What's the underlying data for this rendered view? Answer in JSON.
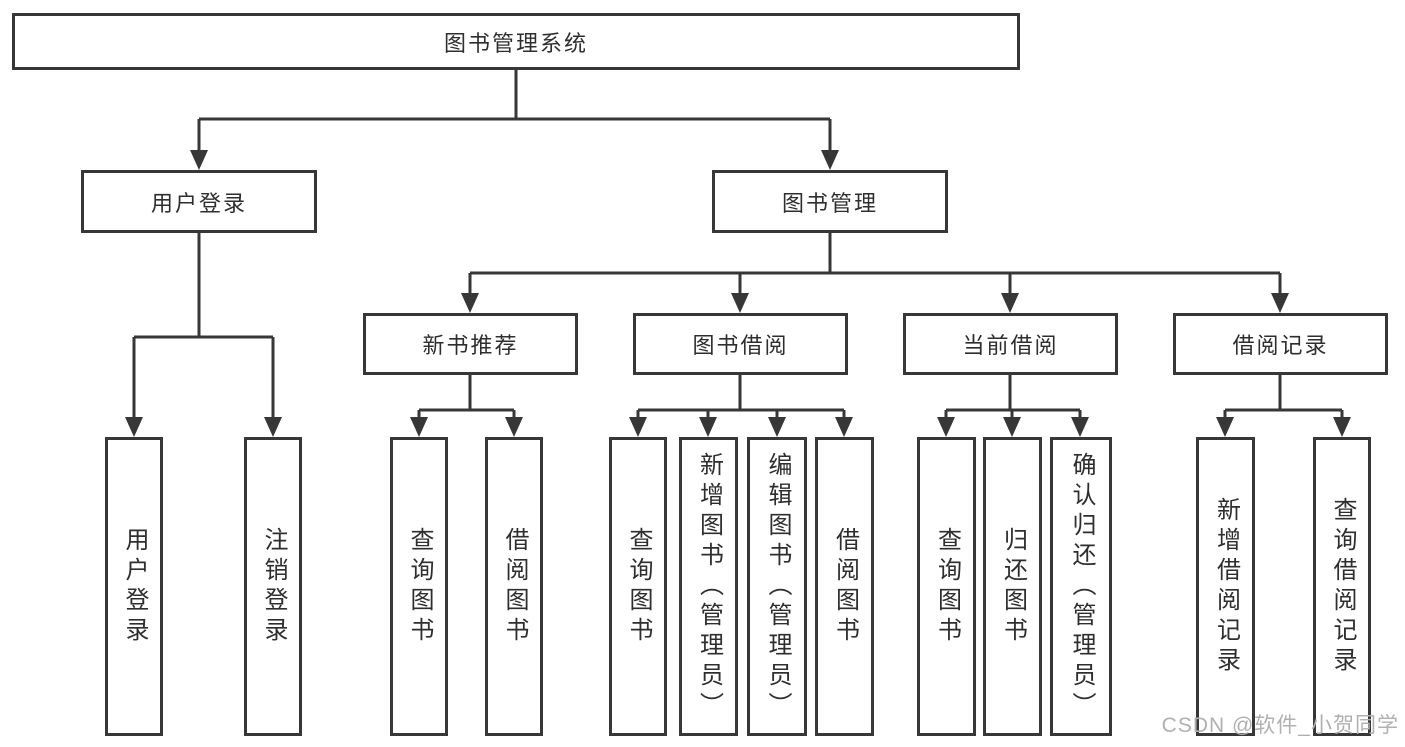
{
  "diagram": {
    "title_node": {
      "label": "图书管理系统"
    },
    "level2": [
      {
        "id": "user-login-branch",
        "label": "用户登录"
      },
      {
        "id": "book-management",
        "label": "图书管理"
      }
    ],
    "level3": [
      {
        "id": "new-book-recommend",
        "label": "新书推荐"
      },
      {
        "id": "book-borrow",
        "label": "图书借阅"
      },
      {
        "id": "current-borrow",
        "label": "当前借阅"
      },
      {
        "id": "borrow-records",
        "label": "借阅记录"
      }
    ],
    "leaves": [
      {
        "id": "user-login",
        "label": "用户登录"
      },
      {
        "id": "logout",
        "label": "注销登录"
      },
      {
        "id": "query-books-1",
        "label": "查询图书"
      },
      {
        "id": "borrow-books-1",
        "label": "借阅图书"
      },
      {
        "id": "query-books-2",
        "label": "查询图书"
      },
      {
        "id": "add-books-admin",
        "label": "新增图书（管理员）"
      },
      {
        "id": "edit-books-admin",
        "label": "编辑图书（管理员）"
      },
      {
        "id": "borrow-books-2",
        "label": "借阅图书"
      },
      {
        "id": "query-books-3",
        "label": "查询图书"
      },
      {
        "id": "return-books",
        "label": "归还图书"
      },
      {
        "id": "confirm-return-admin",
        "label": "确认归还（管理员）"
      },
      {
        "id": "add-borrow-record",
        "label": "新增借阅记录"
      },
      {
        "id": "query-borrow-record",
        "label": "查询借阅记录"
      }
    ],
    "colors": {
      "line": "#373737",
      "text": "#2e2e2e",
      "box_background": "#ffffff",
      "watermark": "#b0b0b0"
    }
  },
  "watermark": {
    "text": "CSDN @软件_小贺同学"
  }
}
